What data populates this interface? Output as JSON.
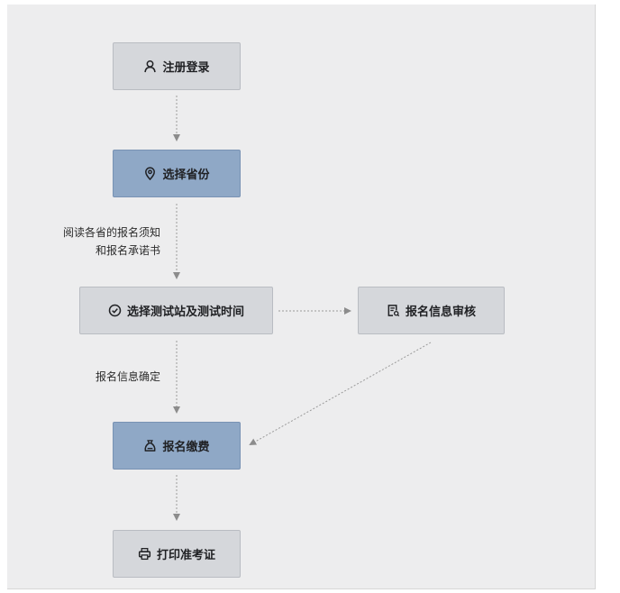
{
  "nodes": {
    "register": {
      "label": "注册登录",
      "icon": "user-icon"
    },
    "province": {
      "label": "选择省份",
      "icon": "location-pin-icon"
    },
    "site": {
      "label": "选择测试站及测试时间",
      "icon": "check-circle-icon"
    },
    "review": {
      "label": "报名信息审核",
      "icon": "document-review-icon"
    },
    "pay": {
      "label": "报名缴费",
      "icon": "money-bag-icon"
    },
    "print": {
      "label": "打印准考证",
      "icon": "printer-icon"
    }
  },
  "edge_labels": {
    "province_to_site_line1": "阅读各省的报名须知",
    "province_to_site_line2": "和报名承诺书",
    "site_to_pay": "报名信息确定"
  },
  "colors": {
    "node_default": "#d5d7db",
    "node_highlight": "#8fa8c6",
    "edge": "#9a9a9a",
    "background": "#ededee"
  }
}
